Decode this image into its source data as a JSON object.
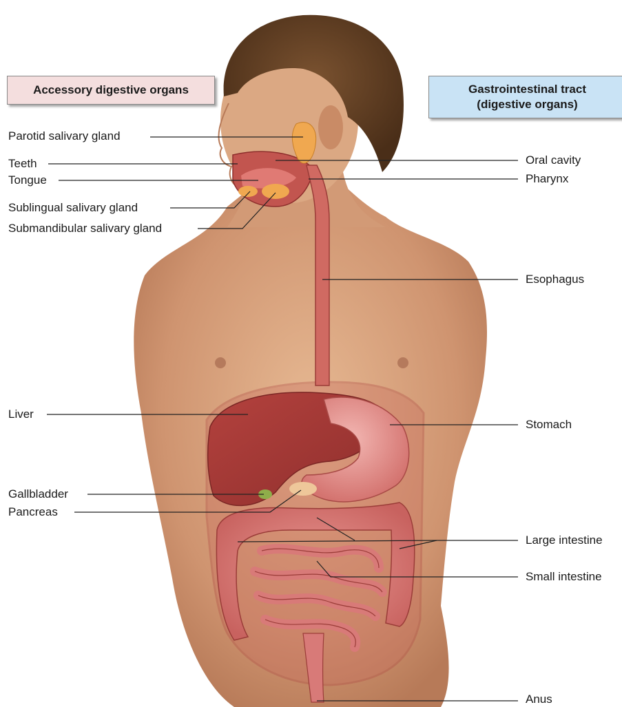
{
  "headers": {
    "accessory": "Accessory digestive organs",
    "gi_line1": "Gastrointestinal tract",
    "gi_line2": "(digestive organs)"
  },
  "left_labels": {
    "parotid": "Parotid salivary gland",
    "teeth": "Teeth",
    "tongue": "Tongue",
    "sublingual": "Sublingual salivary gland",
    "submandibular": "Submandibular salivary gland",
    "liver": "Liver",
    "gallbladder": "Gallbladder",
    "pancreas": "Pancreas"
  },
  "right_labels": {
    "oral_cavity": "Oral cavity",
    "pharynx": "Pharynx",
    "esophagus": "Esophagus",
    "stomach": "Stomach",
    "large_intestine": "Large intestine",
    "small_intestine": "Small intestine",
    "anus": "Anus"
  },
  "colors": {
    "accessory_box": "#f4dede",
    "gi_box": "#c9e3f5",
    "skin": "#d9a37e",
    "hair": "#6b4426",
    "organ_red": "#b84a45",
    "intestine_pink": "#d87a78",
    "gland_orange": "#f0a850"
  }
}
